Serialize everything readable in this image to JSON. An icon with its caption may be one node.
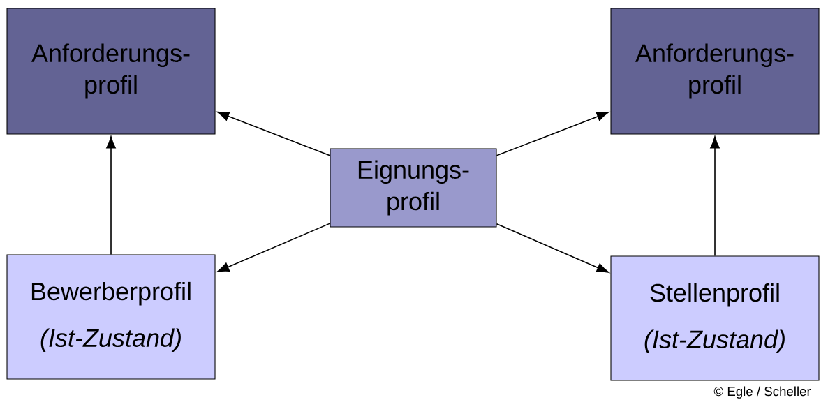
{
  "diagram": {
    "nodes": [
      {
        "text": [
          "Anforderungs- profil"
        ]
      },
      {
        "text": [
          "Anforderungs- profil"
        ]
      },
      {
        "text": [
          "Eignungs- profil"
        ]
      },
      {
        "text": [
          "Bewerberprofil",
          "(Ist-Zustand)"
        ]
      },
      {
        "text": [
          "Stellenprofil",
          "(Ist-Zustand)"
        ]
      }
    ],
    "edges": [
      {
        "from": 2,
        "to": 0,
        "arrow": "to"
      },
      {
        "from": 2,
        "to": 1,
        "arrow": "to"
      },
      {
        "from": 2,
        "to": 3,
        "arrow": "to"
      },
      {
        "from": 2,
        "to": 4,
        "arrow": "to"
      },
      {
        "from": 3,
        "to": 0,
        "arrow": "to"
      },
      {
        "from": 4,
        "to": 1,
        "arrow": "to"
      }
    ],
    "labels": [
      "© Egle / Scheller"
    ]
  }
}
